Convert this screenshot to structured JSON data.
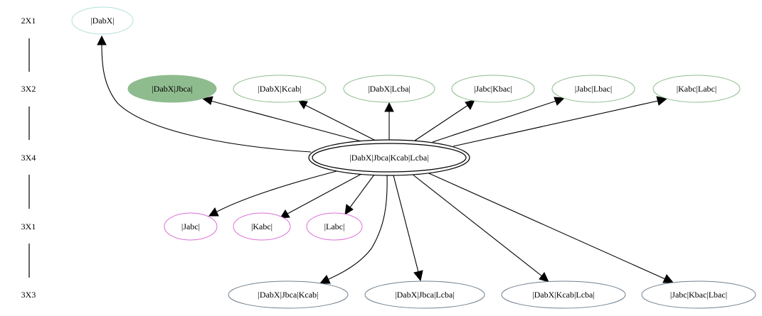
{
  "ranks": [
    "2X1",
    "3X2",
    "3X4",
    "3X1",
    "3X3"
  ],
  "nodes": {
    "n_dabx": "|DabX|",
    "n_dabx_jbca": "|DabX|Jbca|",
    "n_dabx_kcab": "|DabX|Kcab|",
    "n_dabx_lcba": "|DabX|Lcba|",
    "n_jabc_kbac": "|Jabc|Kbac|",
    "n_jabc_lbac": "|Jabc|Lbac|",
    "n_kabc_labc": "|Kabc|Labc|",
    "n_center": "|DabX|Jbca|Kcab|Lcba|",
    "n_jabc": "|Jabc|",
    "n_kabc": "|Kabc|",
    "n_labc": "|Labc|",
    "n_dabx_jbca_kcab": "|DabX|Jbca|Kcab|",
    "n_dabx_jbca_lcba": "|DabX|Jbca|Lcba|",
    "n_dabx_kcab_lcba": "|DabX|Kcab|Lcba|",
    "n_jabc_kbac_lbac": "|Jabc|Kbac|Lbac|"
  },
  "colors": {
    "rank_2x1_border": "#b2dfdb",
    "rank_3x2_border": "#8fbc8f",
    "highlight_fill": "#8fbc8f",
    "rank_3x1_border": "#da70d6",
    "rank_3x3_border": "#708090",
    "center_border": "#000000",
    "edge": "#000000"
  }
}
